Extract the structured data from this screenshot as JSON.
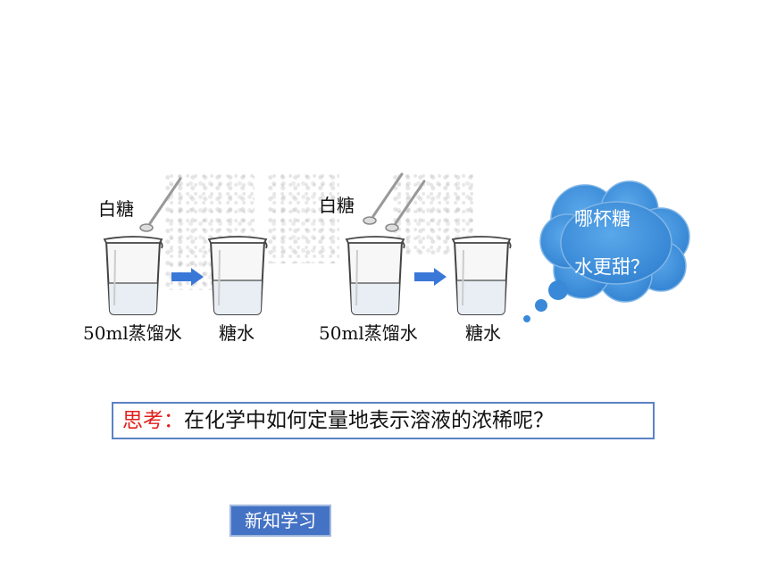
{
  "scene": {
    "left": {
      "sugar_label": "白糖",
      "water_label": "50ml蒸馏水",
      "result_label": "糖水"
    },
    "right": {
      "sugar_label": "白糖",
      "water_label": "50ml蒸馏水",
      "result_label": "糖水"
    },
    "thought_cloud": {
      "line1": "哪杯糖",
      "line2": "水更甜？"
    }
  },
  "question": {
    "label": "思考：",
    "text": "在化学中如何定量地表示溶液的浓稀呢？"
  },
  "button": {
    "label": "新知学习"
  },
  "colors": {
    "accent": "#4472c4",
    "highlight_red": "#e0201b",
    "cloud": "#3d8fd8"
  }
}
